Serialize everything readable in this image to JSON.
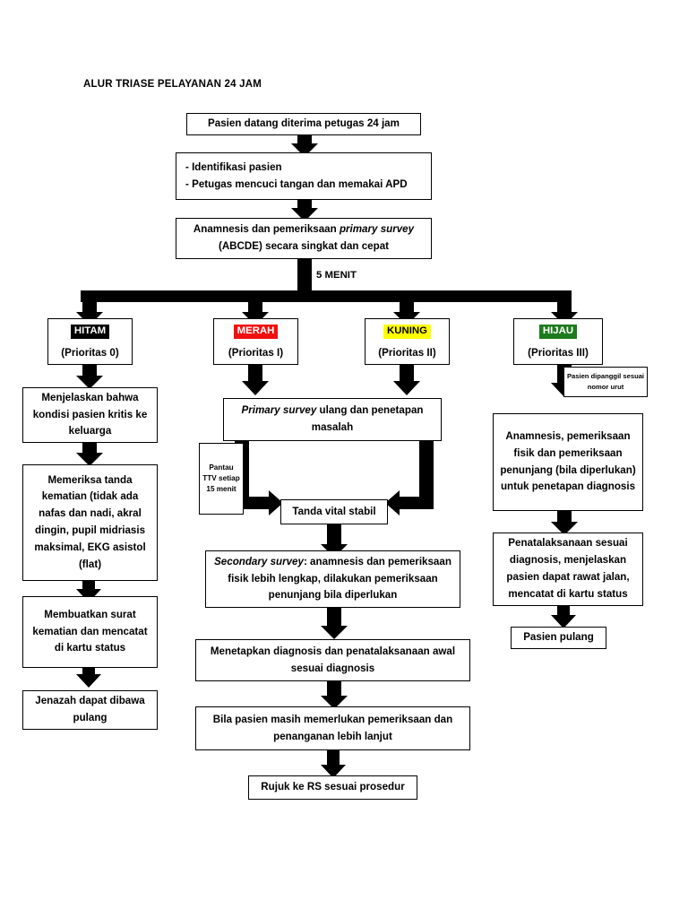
{
  "document": {
    "title": "ALUR TRIASE PELAYANAN 24 JAM"
  },
  "colors": {
    "hitam_bg": "#000000",
    "hitam_text": "#ffffff",
    "merah_bg": "#f01010",
    "merah_text": "#ffffff",
    "kuning_bg": "#ffff00",
    "kuning_text": "#000000",
    "hijau_bg": "#1d7a1d",
    "hijau_text": "#ffffff",
    "line": "#000000",
    "box_border": "#000000",
    "background": "#ffffff"
  },
  "flow": {
    "intake": {
      "step1": "Pasien datang diterima petugas 24 jam",
      "step2_line1": "-  Identifikasi pasien",
      "step2_line2": "-  Petugas mencuci tangan dan memakai APD",
      "step3_line1_a": "Anamnesis dan pemeriksaan ",
      "step3_line1_italic": "primary survey",
      "step3_line2": "(ABCDE) secara singkat dan cepat",
      "branch_label": "5 MENIT"
    },
    "priorities": [
      {
        "tag": "HITAM",
        "sub": "(Prioritas 0)"
      },
      {
        "tag": "MERAH",
        "sub": "(Prioritas I)"
      },
      {
        "tag": "KUNING",
        "sub": "(Prioritas II)"
      },
      {
        "tag": "HIJAU",
        "sub": "(Prioritas III)"
      }
    ],
    "black_branch": [
      "Menjelaskan bahwa kondisi pasien kritis ke keluarga",
      "Memeriksa tanda kematian (tidak ada nafas dan nadi, akral dingin, pupil midriasis maksimal, EKG asistol (flat)",
      "Membuatkan surat kematian dan mencatat di kartu status",
      "Jenazah dapat dibawa pulang"
    ],
    "middle_branch": {
      "primary_survey_italic": "Primary survey",
      "primary_survey_rest": " ulang dan penetapan masalah",
      "pantau_note": "Pantau TTV setiap 15 menit",
      "vital_stable": "Tanda vital stabil",
      "secondary_italic": "Secondary survey",
      "secondary_rest": ": anamnesis dan pemeriksaan fisik lebih lengkap, dilakukan pemeriksaan penunjang bila diperlukan",
      "diagnosis": "Menetapkan diagnosis dan penatalaksanaan awal sesuai diagnosis",
      "further": "Bila pasien masih memerlukan pemeriksaan dan penanganan lebih lanjut",
      "referral": "Rujuk ke RS sesuai prosedur"
    },
    "green_branch": {
      "queue_note": "Pasien dipanggil sesuai nomor urut",
      "assessment": "Anamnesis, pemeriksaan fisik dan pemeriksaan penunjang (bila diperlukan) untuk penetapan diagnosis",
      "management": "Penatalaksanaan sesuai diagnosis, menjelaskan pasien dapat rawat jalan, mencatat di kartu status",
      "discharge": "Pasien pulang"
    }
  }
}
